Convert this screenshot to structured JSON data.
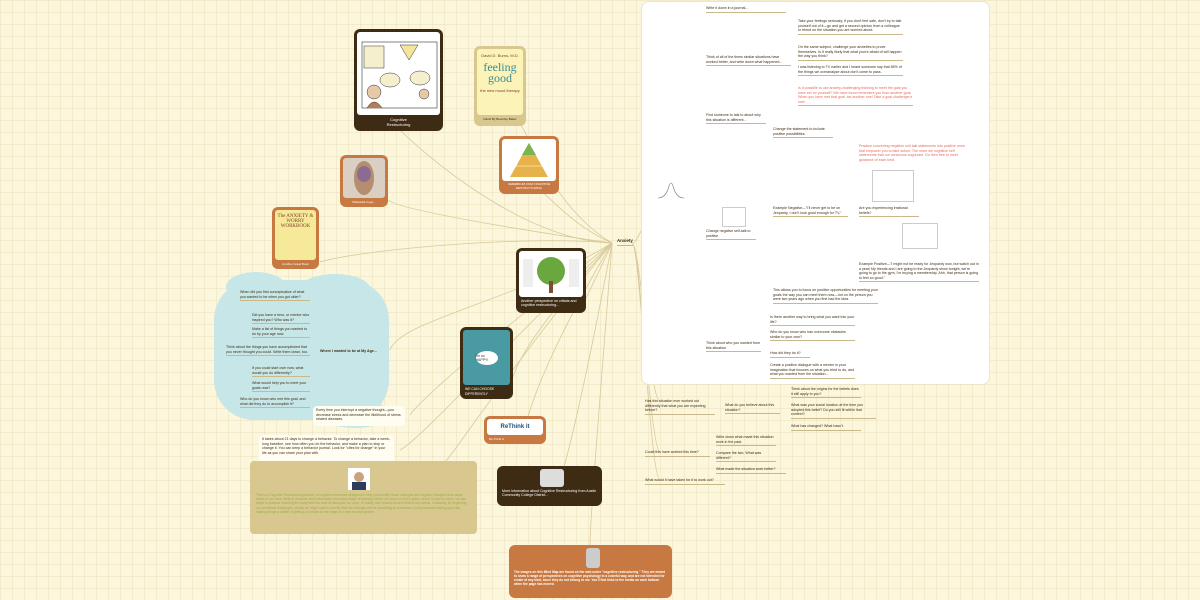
{
  "root": {
    "label": "Anxiety"
  },
  "cards": {
    "cognitive": {
      "caption": "Cognitive\nRestructuring",
      "cartoon_title": "Teenage Thinkers"
    },
    "feeling_good": {
      "author": "David D. Burns, M.D.",
      "title": "feeling good",
      "subtitle": "the new mood therapy",
      "caption": "David By Beverley Baker"
    },
    "cerebrum": {
      "caption": "CEREBRUM.COM COGNITIVE RESTRUCTURING"
    },
    "wiki": {
      "caption": "Wikipedia Cogn..."
    },
    "anxiety_book": {
      "title": "The ANXIETY & WORRY WORKBOOK",
      "caption": "Another Great Book"
    },
    "tree": {
      "caption": "Another perspective on crtlads and cognitive restructuring..."
    },
    "choose": {
      "text": "I'm so HAPPY!",
      "caption": "WE CAN CHOOSE DIFFERENTLY"
    },
    "rethink": {
      "logo": "ReThink it",
      "caption": "Re-Think It"
    },
    "more_info": {
      "text": "More information about Cognitive Restructuring from Austin Community College District..."
    },
    "footer": {
      "text": "The images on this Mind Map are found on the web under \"cognitive restructuring.\" They are meant to show a range of perspectives on cognitive psychology in a colorful way, and are not intended for resale of any kind, since they do not belong to me. You'll find links to the media on each balloon when the page has moved."
    }
  },
  "cloud": {
    "title": "Where I wanted to be at My Age...",
    "items": [
      "When did you first conceptualize of what you wanted to be when you got older?",
      "Did you have a hero, or mentor who inspired you? Who was it?",
      "Make a list of things you wanted to do by your age now.",
      "Think about the things you have accomplished that you never thought you could. Write them down, too.",
      "If you could start over now, what would you do differently?",
      "What would help you to meet your goals now?",
      "Who do you know who met this goal, and what did they do to accomplish it?"
    ]
  },
  "notes": {
    "stress": "Every time you interrupt a negative thought—you decrease stress and decrease the likelihood of stress related diseases.",
    "days": "It takes about 21 days to change a behavior. To change a behavior, take a week-long baseline, see how often you do the behavior, and make a plan to stop or change it. You can keep a behavior journal. Look for \"cites for change\" in your life as you can share your plan with.",
    "bio": "This is a Cognitive Restructuring lesson, of cognitive exercises designed to help you identify those unhelpful and negative thoughts that cause stress in our lives. Most of us know what information from early stage of learning before we move in from a place of that is hard to reach, we can begin to practice rewriting the script with the fault of disruption as 'ours'. In reality, who should focus to that of any stress. Gradually, by beginning our emotional challenges. Ideally we might start to wonder that the changes will be something to remember. A step towards helping your day making things a matter of getting on course to the stage of a new era and growth."
  },
  "outline": {
    "branch1": "Write it down in a journal...",
    "branch2": "Think of all of the times similar situations have worked better, and write down what happened...",
    "b2_items": [
      "Take your feelings seriously; if you don't feel safe, don't try to talk yourself out of it—go and get a second opinion from a colleague or friend on the situation you are worried about.",
      "On the same subject, challenge your anxieties to prove themselves. Is it really likely that what you're afraid of will happen the way you think?",
      "I was listening to TV earlier and I heard someone say that 85% of the things we overanalyze about don't come to pass.",
      "Is it possible to use anxiety-challenging thinking to meet the goal you have set for yourself? We have found reminders you from another goal. When you have met that goal, set another one! Take a goal-challenger's role!"
    ],
    "branch3": "Find someone to talk to about why this situation is different...",
    "branch4": "Change negative self-talk to positive",
    "b4_change": "Change the statement to include positive possibilities.",
    "b4_neg": "Example Negative—\"I'll never get to be on Jeopardy, I don't look good enough for TV.\"",
    "b4_red": "Practice converting negative self talk statements into positive ones that empower you to take action. The more we cognitive self statements that our conscious cognizant. Do then free to meet guidance of each kind.",
    "b4_irrational": "Are you experiencing irrational beliefs?",
    "b4_pos": "Example Positive—\"I might not be ready for Jeopardy now, but watch out in a year! My friends and I are going to the Jeopardy show tonight, we're going to go to the gym, I'm buying a membership. Ahh, that person is going to feel so good.\"",
    "b4_focus": "This allows you to focus on positive opportunities for meeting your goals the way you can meet them now—not on the person you were two years ago when you first had the idea.",
    "branch5": "Think about who you wanted from this situation",
    "b5_items": [
      "Is there another way to bring what you want into your life?",
      "Who do you know who has overcome obstacles similar to your own?",
      "How did they do it?",
      "Create a positive dialogue with a mentor in your imagination that focuses on what you tried to do, and what you wanted from the situation..."
    ],
    "below": {
      "q1": "Has this situation ever worked out differently that what you are expecting before?",
      "q1a": "What do you believe about this situation?",
      "q1a_items": [
        "Think about the origins for the beliefs does it still apply to you?",
        "What was your social location at the time you adopted this belief? Do you still fit within that context?",
        "What has changed? What hasn't."
      ],
      "q2": "Could this have worked this time?",
      "q2_items": [
        "Write down what made this situation work in the past.",
        "Compare the two. What was different?",
        "What made the situation work better?"
      ],
      "q3": "What would it have taken for it to work out?"
    }
  }
}
